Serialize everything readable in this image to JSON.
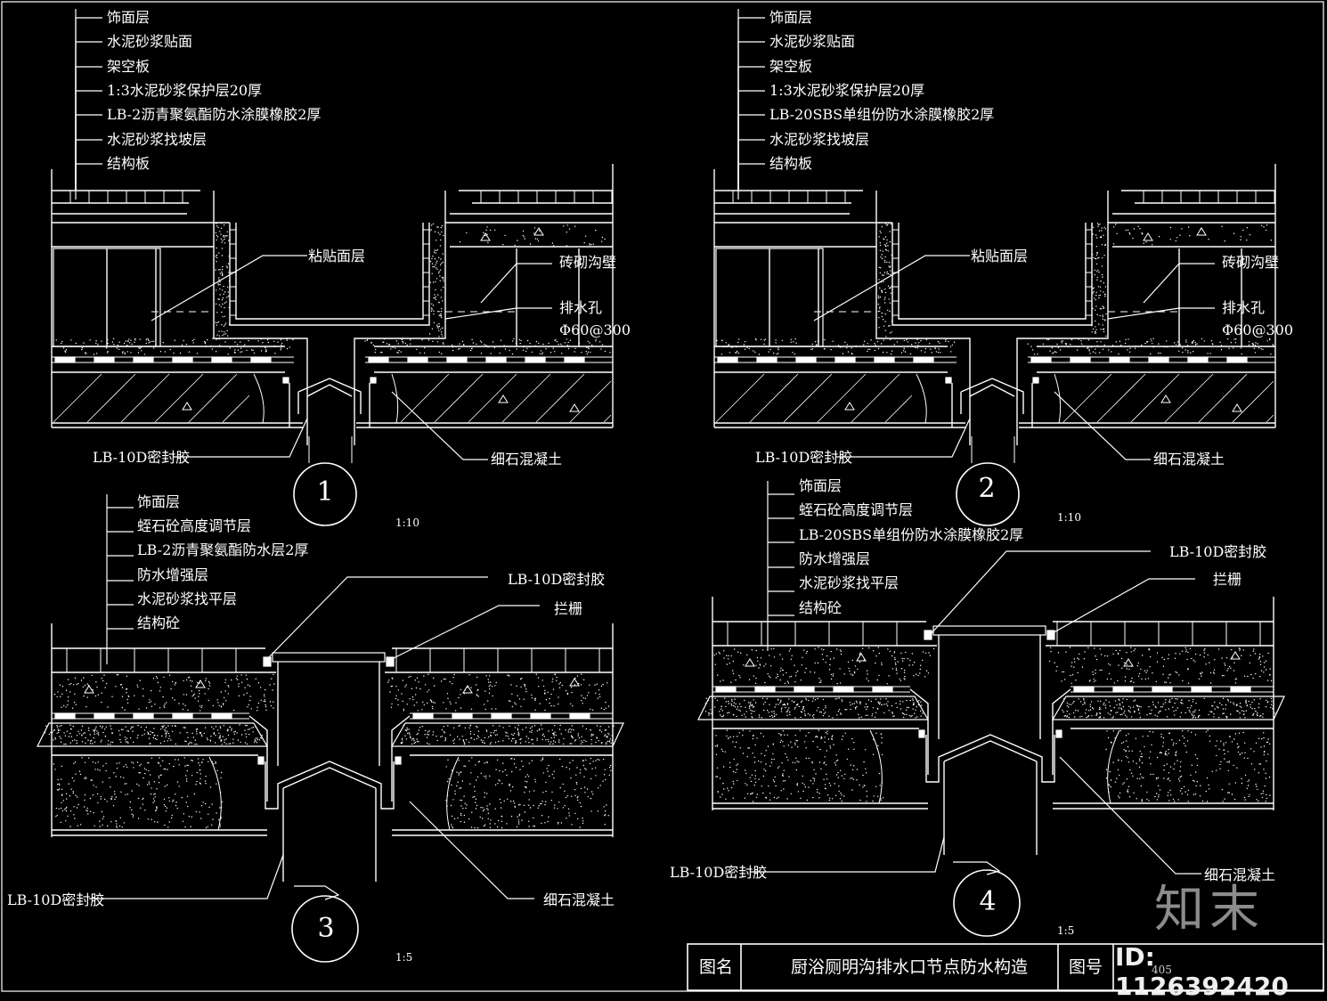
{
  "colors": {
    "background": "#000000",
    "line": "#ffffff"
  },
  "details": [
    {
      "number": "1",
      "scale": "1:10",
      "layers": [
        "饰面层",
        "水泥砂浆贴面",
        "架空板",
        "1:3水泥砂浆保护层20厚",
        "LB-2沥青聚氨酯防水涂膜橡胶2厚",
        "水泥砂浆找坡层",
        "结构板"
      ],
      "callouts": {
        "surface": "粘贴面层",
        "wall": "砖砌沟壁",
        "drain_hole": "排水孔",
        "drain_spec": "Φ60@300",
        "sealant": "LB-10D密封胶",
        "concrete": "细石混凝土"
      }
    },
    {
      "number": "2",
      "scale": "1:10",
      "layers": [
        "饰面层",
        "水泥砂浆贴面",
        "架空板",
        "1:3水泥砂浆保护层20厚",
        "LB-20SBS单组份防水涂膜橡胶2厚",
        "水泥砂浆找坡层",
        "结构板"
      ],
      "callouts": {
        "surface": "粘贴面层",
        "wall": "砖砌沟壁",
        "drain_hole": "排水孔",
        "drain_spec": "Φ60@300",
        "sealant": "LB-10D密封胶",
        "concrete": "细石混凝土"
      }
    },
    {
      "number": "3",
      "scale": "1:5",
      "layers": [
        "饰面层",
        "蛭石砼高度调节层",
        "LB-2沥青聚氨酯防水层2厚",
        "防水增强层",
        "水泥砂浆找平层",
        "结构砼"
      ],
      "callouts": {
        "sealant_top": "LB-10D密封胶",
        "grate": "拦栅",
        "sealant": "LB-10D密封胶",
        "concrete": "细石混凝土"
      }
    },
    {
      "number": "4",
      "scale": "1:5",
      "layers": [
        "饰面层",
        "蛭石砼高度调节层",
        "LB-20SBS单组份防水涂膜橡胶2厚",
        "防水增强层",
        "水泥砂浆找平层",
        "结构砼"
      ],
      "callouts": {
        "sealant_top": "LB-10D密封胶",
        "grate": "拦栅",
        "sealant": "LB-10D密封胶",
        "concrete": "细石混凝土"
      }
    }
  ],
  "title_block": {
    "name_label": "图名",
    "name_value": "厨浴厕明沟排水口节点防水构造",
    "number_label": "图号",
    "number_value": "405"
  },
  "watermark": {
    "id_text": "ID: 1126392420",
    "logo_text": "知末"
  }
}
